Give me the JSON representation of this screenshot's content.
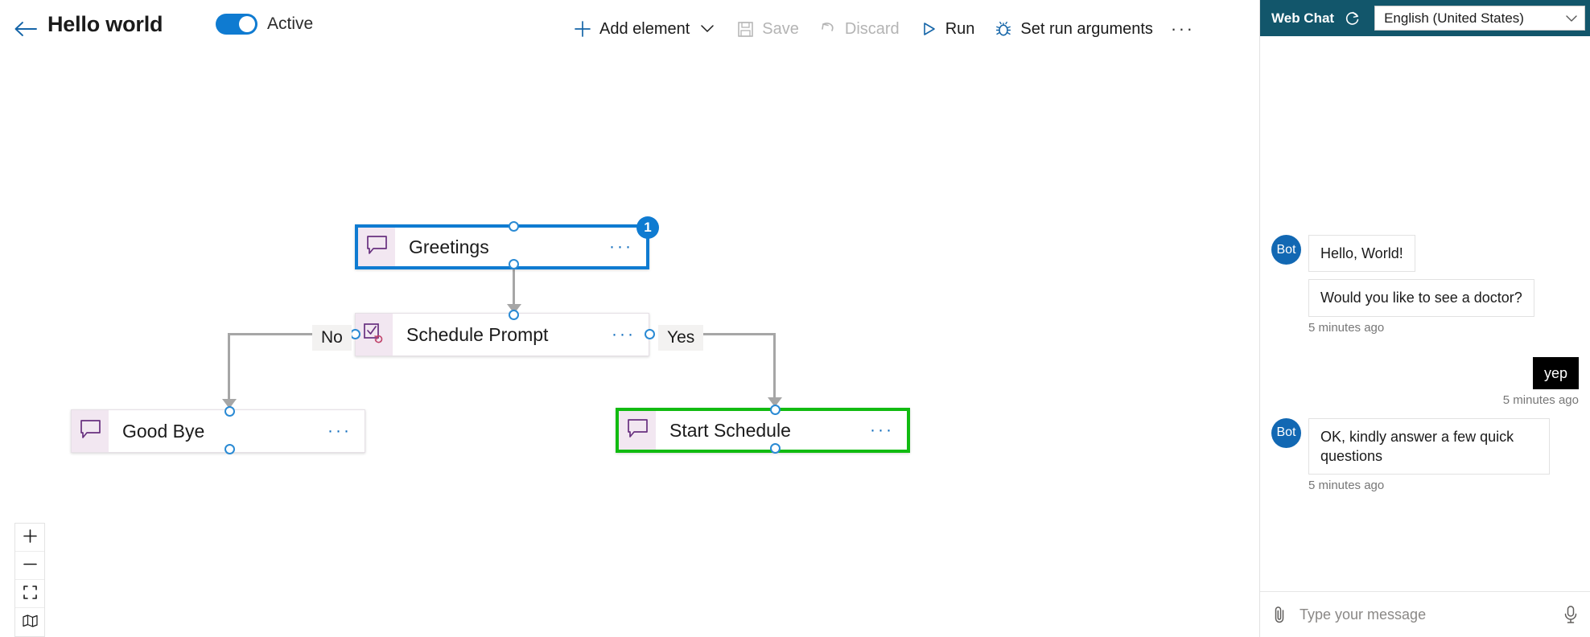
{
  "header": {
    "back_icon": "back-arrow-icon",
    "title": "Hello world",
    "toggle_label": "Active",
    "toggle_on": true,
    "accent_blue": "#0f7bd1"
  },
  "toolbar": {
    "add_element_label": "Add element",
    "add_element_icon": "plus-icon",
    "add_element_chevron": "chevron-down-icon",
    "save_label": "Save",
    "save_icon": "save-disk-icon",
    "save_disabled": true,
    "discard_label": "Discard",
    "discard_icon": "undo-icon",
    "discard_disabled": true,
    "run_label": "Run",
    "run_icon": "play-triangle-icon",
    "set_run_arguments_label": "Set run arguments",
    "set_run_arguments_icon": "bug-icon",
    "overflow_label": "···"
  },
  "canvas": {
    "nodes": [
      {
        "id": "greetings",
        "label": "Greetings",
        "icon": "message-bubble-icon",
        "state": "selected",
        "badge": "1",
        "dots": "···"
      },
      {
        "id": "schedule-prompt",
        "label": "Schedule Prompt",
        "icon": "checkbox-refresh-icon",
        "state": "plain",
        "badge": null,
        "dots": "···"
      },
      {
        "id": "good-bye",
        "label": "Good Bye",
        "icon": "message-bubble-icon",
        "state": "plain",
        "badge": null,
        "dots": "···"
      },
      {
        "id": "start-schedule",
        "label": "Start Schedule",
        "icon": "message-bubble-icon",
        "state": "running",
        "badge": null,
        "dots": "···"
      }
    ],
    "branch_labels": {
      "no": "No",
      "yes": "Yes"
    },
    "colors": {
      "selected_border": "#0f7bd1",
      "running_border": "#11bb11",
      "edge": "#a6a6a6",
      "icon_bg": "#f2e7f1",
      "icon_fg": "#68307f"
    },
    "zoom_controls": [
      {
        "name": "zoom-in",
        "glyph": "+"
      },
      {
        "name": "zoom-out",
        "glyph": "−"
      },
      {
        "name": "fit-to-view",
        "glyph": "fit-icon"
      },
      {
        "name": "minimap",
        "glyph": "map-icon"
      }
    ]
  },
  "chat": {
    "title": "Web Chat",
    "refresh_icon": "refresh-icon",
    "language": "English (United States)",
    "language_chevron": "chevron-down-icon",
    "header_color": "#12566b",
    "messages": [
      {
        "sender": "bot",
        "avatar": "Bot",
        "text": "Hello, World!",
        "timestamp": null
      },
      {
        "sender": "bot",
        "avatar": "",
        "text": "Would you like to see a doctor?",
        "timestamp": "5 minutes ago"
      },
      {
        "sender": "user",
        "avatar": "",
        "text": "yep",
        "timestamp": "5 minutes ago"
      },
      {
        "sender": "bot",
        "avatar": "Bot",
        "text": "OK, kindly answer a few quick questions",
        "timestamp": "5 minutes ago"
      }
    ],
    "input_placeholder": "Type your message",
    "attach_icon": "paperclip-icon",
    "mic_icon": "microphone-icon"
  }
}
